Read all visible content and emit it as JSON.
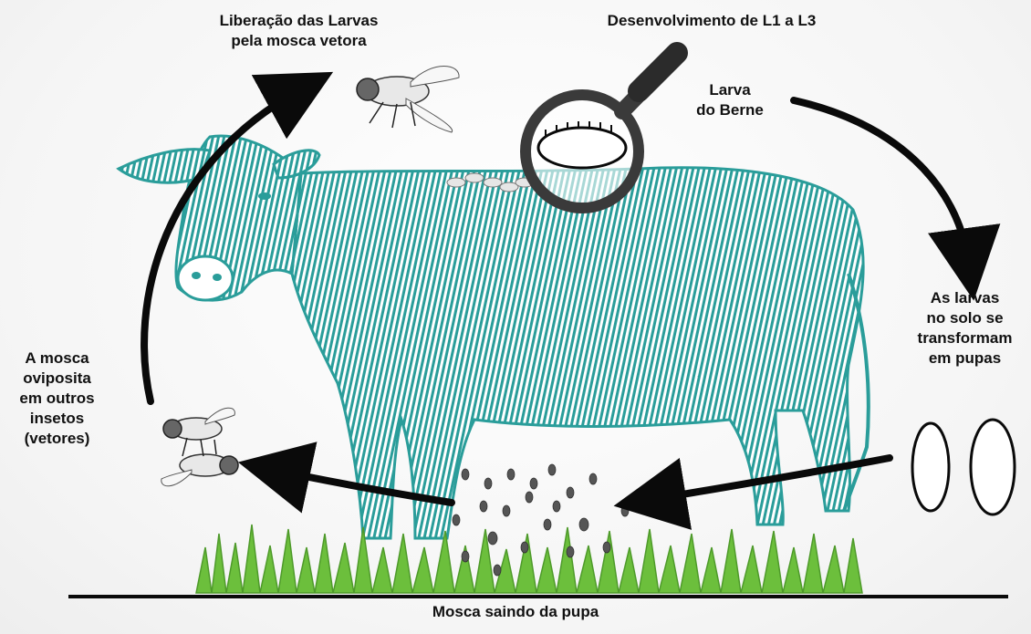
{
  "labels": {
    "release": [
      "Liberação das Larvas",
      "pela mosca vetora"
    ],
    "development": "Desenvolvimento de L1 a L3",
    "larva": [
      "Larva",
      "do Berne"
    ],
    "soil_pupae": [
      "As larvas",
      "no solo se",
      "transformam",
      "em pupas"
    ],
    "oviposit": [
      "A mosca",
      "oviposita",
      "em outros",
      "insetos",
      "(vetores)"
    ],
    "pupa_exit": "Mosca saindo da pupa"
  },
  "colors": {
    "cattle": "#2a9d9a",
    "grass": "#6cbf3c",
    "arrow": "#0a0a0a",
    "text": "#111111"
  },
  "icons": [
    "cattle-illustration",
    "fly-icon",
    "magnifier-icon",
    "larva-icon",
    "pupa-icon",
    "grass-illustration"
  ]
}
